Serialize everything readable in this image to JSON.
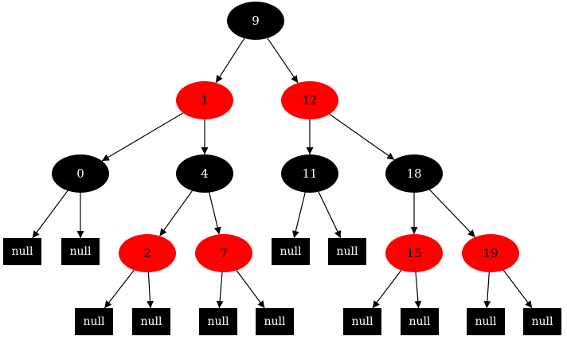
{
  "tree": {
    "colors": {
      "black": "#000000",
      "red": "#ff0000",
      "text": "#ffffff",
      "text_on_red": "#000000"
    },
    "nodes": [
      {
        "id": "n9",
        "label": "9",
        "color": "black"
      },
      {
        "id": "n1",
        "label": "1",
        "color": "red"
      },
      {
        "id": "n12",
        "label": "12",
        "color": "red"
      },
      {
        "id": "n0",
        "label": "0",
        "color": "black"
      },
      {
        "id": "n4",
        "label": "4",
        "color": "black"
      },
      {
        "id": "n11",
        "label": "11",
        "color": "black"
      },
      {
        "id": "n18",
        "label": "18",
        "color": "black"
      },
      {
        "id": "n2",
        "label": "2",
        "color": "red"
      },
      {
        "id": "n7",
        "label": "7",
        "color": "red"
      },
      {
        "id": "n15",
        "label": "15",
        "color": "red"
      },
      {
        "id": "n19",
        "label": "19",
        "color": "red"
      },
      {
        "id": "z1",
        "label": "null",
        "color": "leaf"
      },
      {
        "id": "z2",
        "label": "null",
        "color": "leaf"
      },
      {
        "id": "z3",
        "label": "null",
        "color": "leaf"
      },
      {
        "id": "z4",
        "label": "null",
        "color": "leaf"
      },
      {
        "id": "z5",
        "label": "null",
        "color": "leaf"
      },
      {
        "id": "z6",
        "label": "null",
        "color": "leaf"
      },
      {
        "id": "z7",
        "label": "null",
        "color": "leaf"
      },
      {
        "id": "z8",
        "label": "null",
        "color": "leaf"
      },
      {
        "id": "z9",
        "label": "null",
        "color": "leaf"
      },
      {
        "id": "z10",
        "label": "null",
        "color": "leaf"
      },
      {
        "id": "z11",
        "label": "null",
        "color": "leaf"
      },
      {
        "id": "z12",
        "label": "null",
        "color": "leaf"
      }
    ],
    "edges": [
      [
        "n9",
        "n1"
      ],
      [
        "n9",
        "n12"
      ],
      [
        "n1",
        "n0"
      ],
      [
        "n1",
        "n4"
      ],
      [
        "n12",
        "n11"
      ],
      [
        "n12",
        "n18"
      ],
      [
        "n0",
        "z1"
      ],
      [
        "n0",
        "z2"
      ],
      [
        "n4",
        "n2"
      ],
      [
        "n4",
        "n7"
      ],
      [
        "n11",
        "z3"
      ],
      [
        "n11",
        "z4"
      ],
      [
        "n18",
        "n15"
      ],
      [
        "n18",
        "n19"
      ],
      [
        "n2",
        "z5"
      ],
      [
        "n2",
        "z6"
      ],
      [
        "n7",
        "z7"
      ],
      [
        "n7",
        "z8"
      ],
      [
        "n15",
        "z9"
      ],
      [
        "n15",
        "z10"
      ],
      [
        "n19",
        "z11"
      ],
      [
        "n19",
        "z12"
      ]
    ]
  }
}
